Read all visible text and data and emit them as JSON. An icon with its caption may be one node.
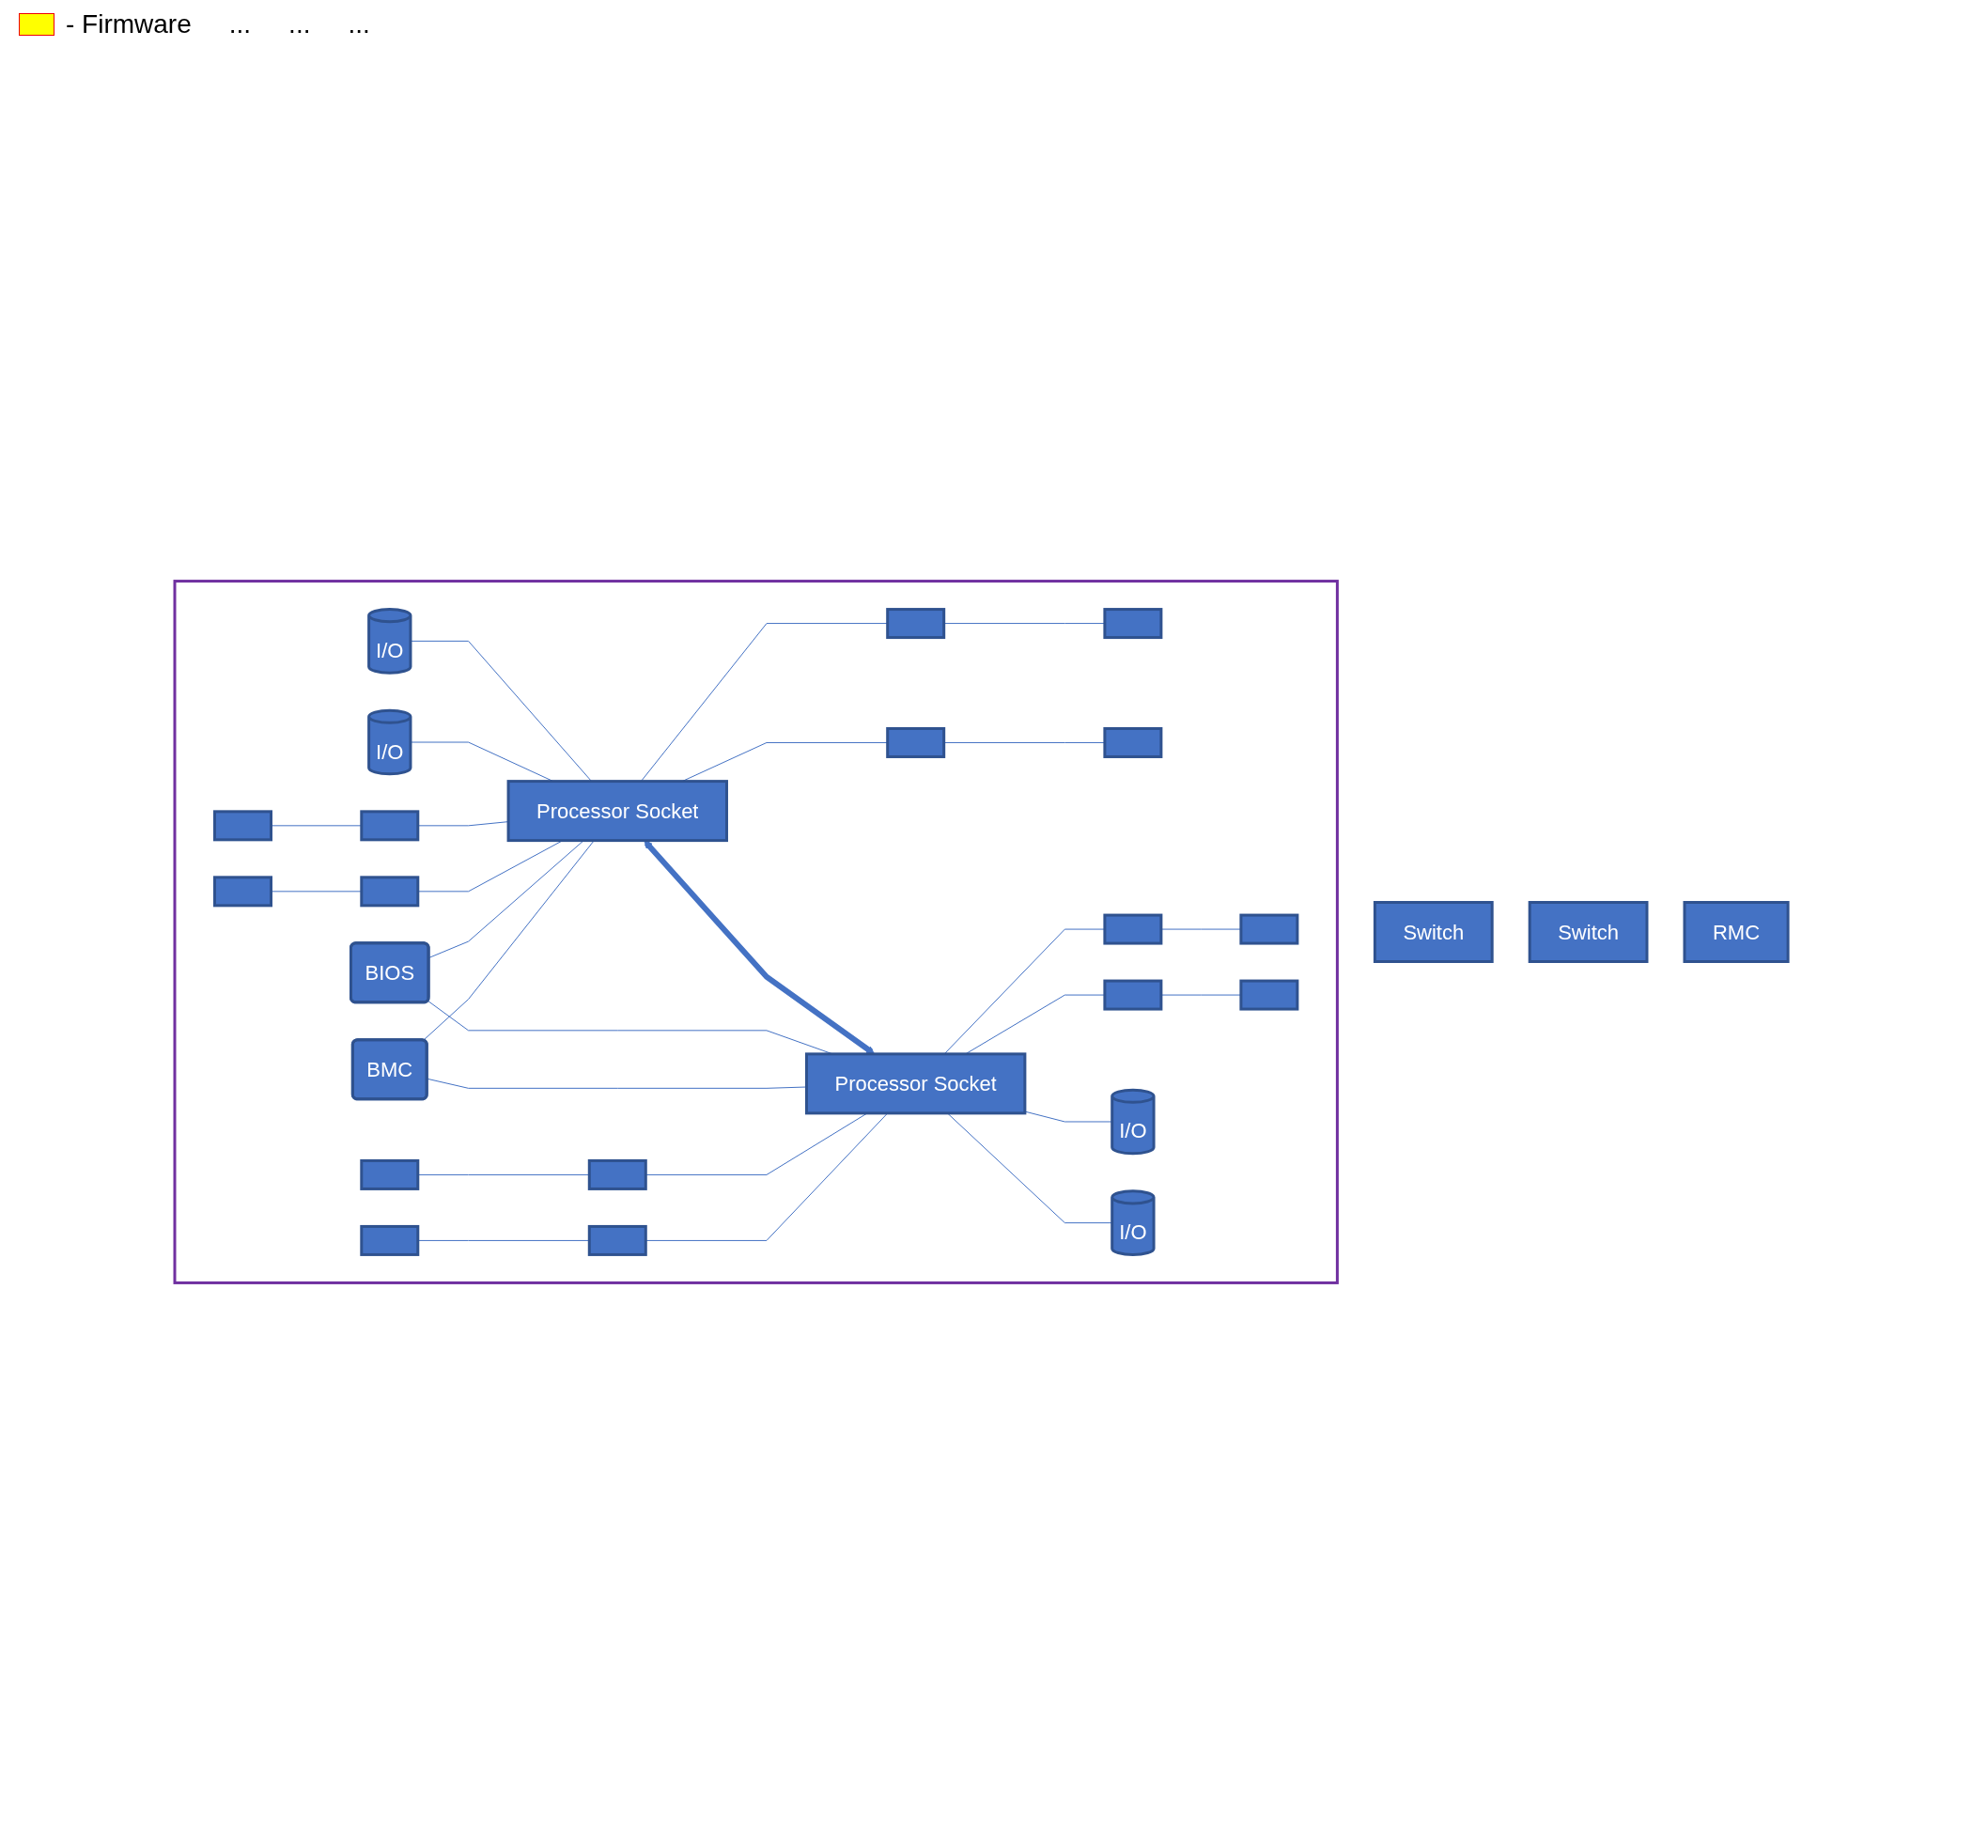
{
  "diagram": {
    "nodes": [
      {
        "text": [
          "Switch"
        ]
      },
      {
        "text": [
          "Switch"
        ]
      },
      {
        "text": [
          "RMC"
        ]
      },
      {
        "text": [],
        "shape": "box"
      },
      {
        "text": [
          "I/O"
        ],
        "in": 3
      },
      {
        "text": [
          "I/O"
        ],
        "in": 3
      },
      {
        "text": [
          "Processor Socket"
        ],
        "in": 3
      },
      {
        "text": [],
        "shape": "box",
        "in": 3
      },
      {
        "text": [],
        "shape": "box",
        "in": 3
      },
      {
        "text": [],
        "shape": "box",
        "in": 3
      },
      {
        "text": [],
        "shape": "box",
        "in": 3
      },
      {
        "text": [],
        "shape": "box",
        "in": 3
      },
      {
        "text": [],
        "shape": "box",
        "in": 3
      },
      {
        "text": [],
        "shape": "box",
        "in": 3
      },
      {
        "text": [],
        "shape": "box",
        "in": 3
      },
      {
        "text": [
          "BIOS"
        ],
        "in": 3
      },
      {
        "text": [
          "BMC"
        ],
        "in": 3
      },
      {
        "text": [
          "Processor Socket"
        ],
        "in": 3
      },
      {
        "text": [],
        "shape": "box",
        "in": 3
      },
      {
        "text": [],
        "shape": "box",
        "in": 3
      },
      {
        "text": [],
        "shape": "box",
        "in": 3
      },
      {
        "text": [],
        "shape": "box",
        "in": 3
      },
      {
        "text": [],
        "shape": "box",
        "in": 3
      },
      {
        "text": [],
        "shape": "box",
        "in": 3
      },
      {
        "text": [],
        "shape": "box",
        "in": 3
      },
      {
        "text": [],
        "shape": "box",
        "in": 3
      },
      {
        "text": [
          "I/O"
        ],
        "in": 3
      },
      {
        "text": [
          "I/O"
        ],
        "in": 3
      }
    ],
    "edges": [
      {
        "from": 4,
        "to": 6,
        "arrow": "none"
      },
      {
        "from": 5,
        "to": 6,
        "arrow": "none"
      },
      {
        "from": 7,
        "to": 8,
        "arrow": "none"
      },
      {
        "from": 8,
        "to": 6,
        "arrow": "none"
      },
      {
        "from": 6,
        "to": 9,
        "arrow": "none"
      },
      {
        "from": 9,
        "to": 10,
        "arrow": "none"
      },
      {
        "from": 11,
        "to": 12,
        "arrow": "none"
      },
      {
        "from": 12,
        "to": 6,
        "arrow": "none"
      },
      {
        "from": 6,
        "to": 13,
        "arrow": "none"
      },
      {
        "from": 13,
        "to": 14,
        "arrow": "none"
      },
      {
        "from": 6,
        "to": 17,
        "arrow": "both",
        "style": "thick"
      },
      {
        "from": 15,
        "to": 6,
        "arrow": "none"
      },
      {
        "from": 15,
        "to": 17,
        "arrow": "none"
      },
      {
        "from": 16,
        "to": 6,
        "arrow": "none"
      },
      {
        "from": 16,
        "to": 17,
        "arrow": "none"
      },
      {
        "from": 18,
        "to": 19,
        "arrow": "none"
      },
      {
        "from": 19,
        "to": 17,
        "arrow": "none"
      },
      {
        "from": 17,
        "to": 20,
        "arrow": "none"
      },
      {
        "from": 20,
        "to": 21,
        "arrow": "none"
      },
      {
        "from": 22,
        "to": 23,
        "arrow": "none"
      },
      {
        "from": 23,
        "to": 17,
        "arrow": "none"
      },
      {
        "from": 17,
        "to": 24,
        "arrow": "none"
      },
      {
        "from": 24,
        "to": 25,
        "arrow": "none"
      },
      {
        "from": 17,
        "to": 26,
        "arrow": "none"
      },
      {
        "from": 17,
        "to": 27,
        "arrow": "none"
      }
    ],
    "labels": [
      "...",
      "...",
      "..."
    ],
    "legend": [
      {
        "text": "- Firmware",
        "color": "#ffff00"
      }
    ]
  }
}
